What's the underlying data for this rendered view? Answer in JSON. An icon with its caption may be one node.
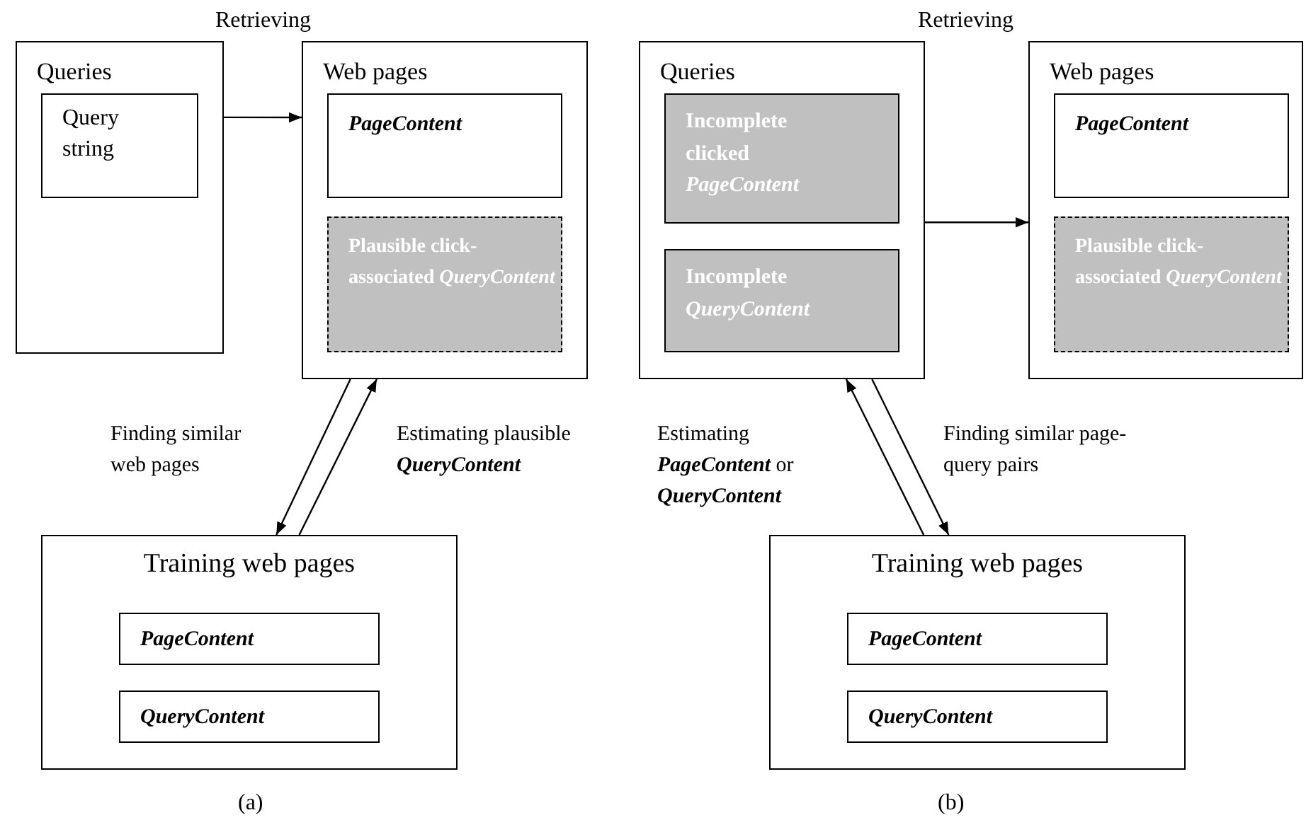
{
  "diagram": {
    "nodes": [
      {
        "text": [
          "Queries"
        ]
      },
      {
        "text": [
          "Query string"
        ],
        "in": 0
      },
      {
        "text": [
          "Web pages"
        ]
      },
      {
        "text": [
          "PageContent"
        ],
        "in": 2
      },
      {
        "text": [
          "Plausible click-associated *QueryContent*"
        ],
        "in": 2
      },
      {
        "text": [
          "Training web pages"
        ]
      },
      {
        "text": [
          "PageContent"
        ],
        "in": 5
      },
      {
        "text": [
          "QueryContent"
        ],
        "in": 5
      },
      {
        "text": [
          "Queries"
        ]
      },
      {
        "text": [
          "Incomplete clicked *PageContent*"
        ],
        "in": 8
      },
      {
        "text": [
          "Incomplete *QueryContent*"
        ],
        "in": 8
      },
      {
        "text": [
          "Web pages"
        ]
      },
      {
        "text": [
          "PageContent"
        ],
        "in": 11
      },
      {
        "text": [
          "Plausible click-associated *QueryContent*"
        ],
        "in": 11
      },
      {
        "text": [
          "Training web pages"
        ]
      },
      {
        "text": [
          "PageContent"
        ],
        "in": 14
      },
      {
        "text": [
          "QueryContent"
        ],
        "in": 14
      }
    ],
    "edges": [
      {
        "from": 0,
        "to": 2,
        "arrow": "to"
      },
      {
        "from": 2,
        "to": 5,
        "arrow": "to",
        "label": "Finding similar web pages"
      },
      {
        "from": 5,
        "to": 2,
        "arrow": "to",
        "label": "Estimating plausible **QueryContent**"
      },
      {
        "from": 8,
        "to": 11,
        "arrow": "to"
      },
      {
        "from": 14,
        "to": 8,
        "arrow": "to",
        "label": "Estimating **PageContent** or **QueryContent**"
      },
      {
        "from": 8,
        "to": 14,
        "arrow": "to",
        "label": "Finding similar page-query pairs"
      }
    ],
    "labels": [
      "Retrieving",
      "Retrieving",
      "(a)",
      "(b)"
    ]
  }
}
